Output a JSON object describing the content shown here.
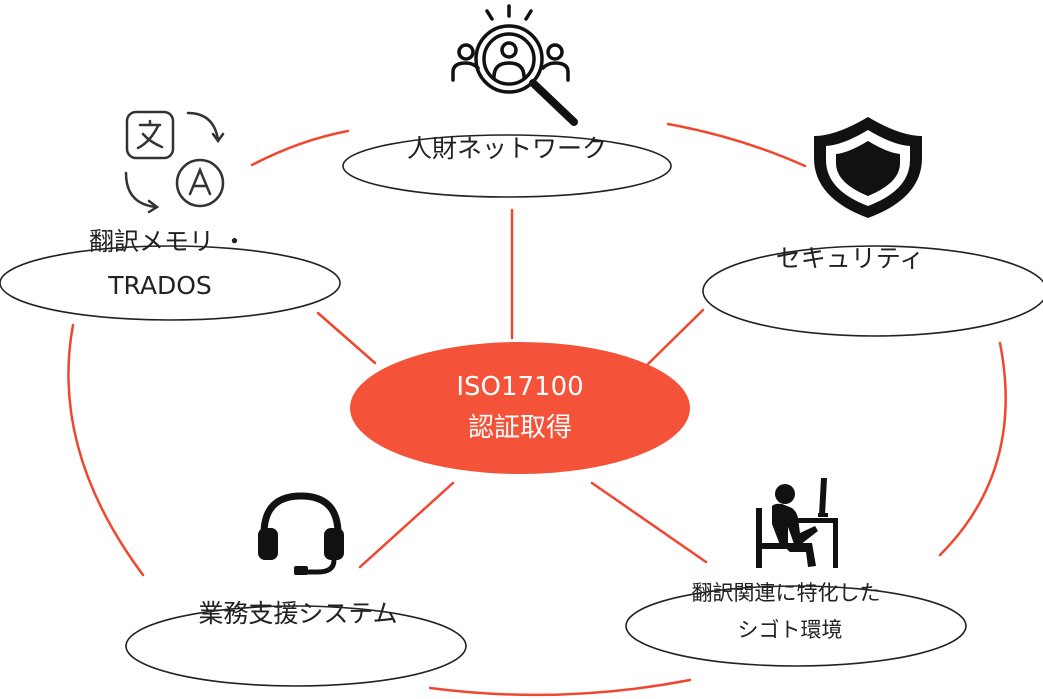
{
  "colors": {
    "accent": "#f0472f",
    "center_fill": "#f4533a",
    "outline": "#222222",
    "text": "#222222"
  },
  "center": {
    "line1": "ISO17100",
    "line2": "認証取得"
  },
  "nodes": {
    "network": {
      "label": "人財ネットワーク",
      "icon": "people-search-icon"
    },
    "security": {
      "label": "セキュリティ",
      "icon": "shield-icon"
    },
    "tm": {
      "label_line1": "翻訳メモリ ・",
      "label_line2": "TRADOS",
      "icon": "translate-icon"
    },
    "support": {
      "label": "業務支援システム",
      "icon": "headset-icon"
    },
    "environment": {
      "label_line1": "翻訳関連に特化した",
      "label_line2": "シゴト環境",
      "icon": "person-at-desk-icon"
    }
  }
}
